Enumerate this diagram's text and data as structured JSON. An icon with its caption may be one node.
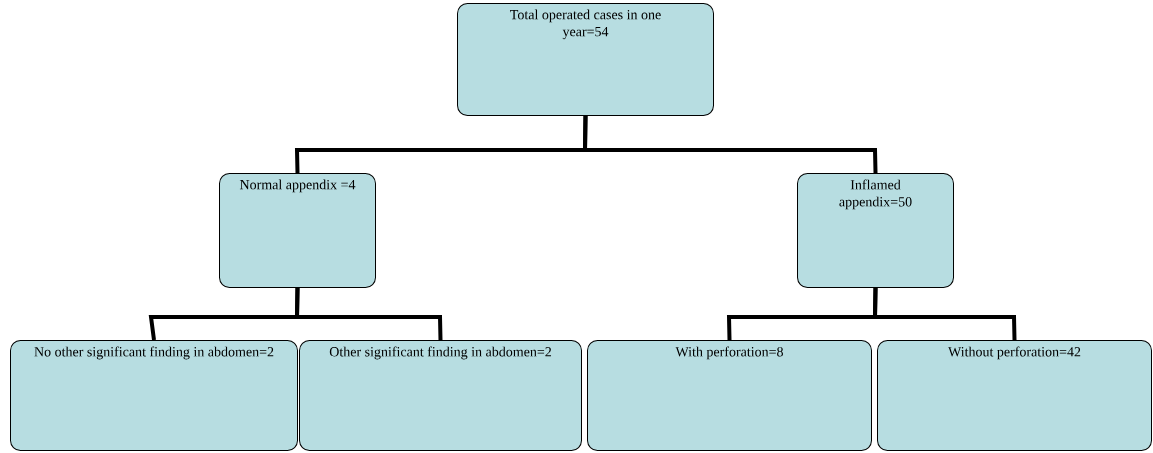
{
  "diagram": {
    "nodes": [
      {
        "text": [
          "Total operated cases in one year=54"
        ]
      },
      {
        "text": [
          "Normal appendix =4"
        ]
      },
      {
        "text": [
          "Inflamed appendix=50"
        ]
      },
      {
        "text": [
          "No other significant finding in abdomen=2"
        ]
      },
      {
        "text": [
          "Other significant finding in abdomen=2"
        ]
      },
      {
        "text": [
          "With perforation=8"
        ]
      },
      {
        "text": [
          "Without perforation=42"
        ]
      }
    ],
    "edges": [
      {
        "from": 0,
        "to": 1,
        "arrow": "none"
      },
      {
        "from": 0,
        "to": 2,
        "arrow": "none"
      },
      {
        "from": 1,
        "to": 3,
        "arrow": "none"
      },
      {
        "from": 1,
        "to": 4,
        "arrow": "none"
      },
      {
        "from": 2,
        "to": 5,
        "arrow": "none"
      },
      {
        "from": 2,
        "to": 6,
        "arrow": "none"
      }
    ]
  }
}
